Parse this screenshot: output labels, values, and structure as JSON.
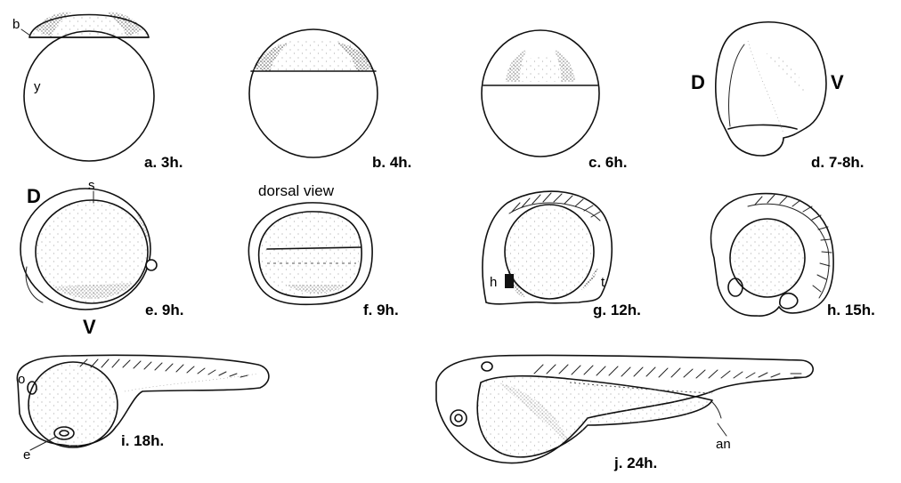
{
  "stages": [
    {
      "id": "a",
      "caption": "a. 3h.",
      "labels": [
        "b",
        "y"
      ]
    },
    {
      "id": "b",
      "caption": "b. 4h."
    },
    {
      "id": "c",
      "caption": "c. 6h."
    },
    {
      "id": "d",
      "caption": "d. 7-8h.",
      "labels": [
        "D",
        "V"
      ]
    },
    {
      "id": "e",
      "caption": "e. 9h.",
      "labels": [
        "D",
        "s",
        "V"
      ]
    },
    {
      "id": "f",
      "caption": "f. 9h.",
      "labels": [
        "dorsal view"
      ]
    },
    {
      "id": "g",
      "caption": "g. 12h.",
      "labels": [
        "h",
        "t"
      ]
    },
    {
      "id": "h",
      "caption": "h. 15h."
    },
    {
      "id": "i",
      "caption": "i. 18h.",
      "labels": [
        "o",
        "e"
      ]
    },
    {
      "id": "j",
      "caption": "j. 24h.",
      "labels": [
        "an"
      ]
    }
  ]
}
